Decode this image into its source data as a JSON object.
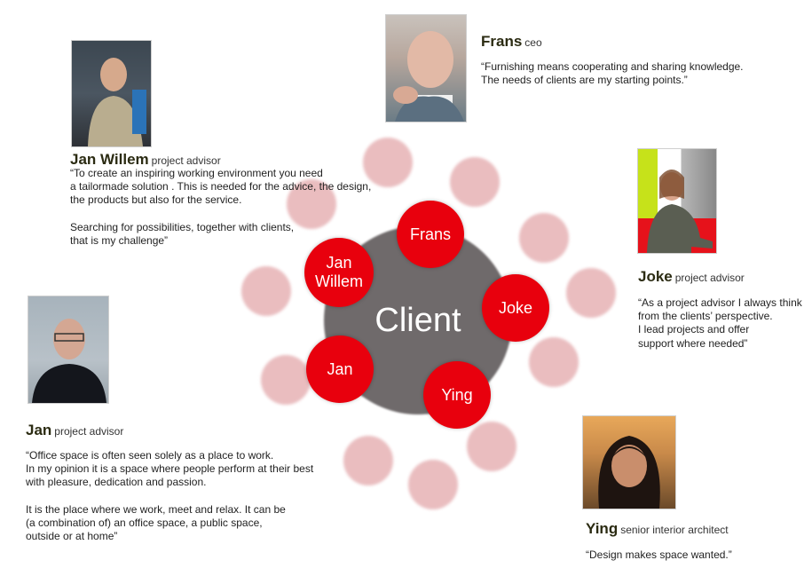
{
  "center": {
    "label": "Client"
  },
  "bubbles": {
    "frans": "Frans",
    "jan_willem": "Jan Willem",
    "joke": "Joke",
    "jan": "Jan",
    "ying": "Ying"
  },
  "people": {
    "frans": {
      "name": "Frans",
      "role": "ceo",
      "quote": "“Furnishing means cooperating and sharing knowledge.\nThe needs of clients are my starting points.”"
    },
    "jan_willem": {
      "name": "Jan Willem",
      "role": "project advisor",
      "quote": "“To create an inspiring working environment you need\na tailormade solution . This is needed for the advice, the design,\nthe products but also for the service.\n\nSearching for possibilities, together with clients,\nthat is my challenge”"
    },
    "joke": {
      "name": "Joke",
      "role": "project advisor",
      "quote": "“As a project advisor I always think\nfrom the clients’ perspective.\nI lead projects and offer\nsupport where needed”"
    },
    "jan": {
      "name": "Jan",
      "role": "project advisor",
      "quote": "“Office space is often seen solely as a place to work.\nIn my opinion it is a space where people perform at their best\nwith pleasure, dedication and passion.\n\nIt is the place where we work, meet and relax. It can be\n(a combination of) an office space, a public space,\noutside or at home”"
    },
    "ying": {
      "name": "Ying",
      "role": "senior interior architect",
      "quote": "“Design makes space wanted.”"
    }
  },
  "colors": {
    "bubble_red": "#e8000d",
    "client_grey": "#6f6a6b",
    "dot_pink": "#d9888c"
  }
}
